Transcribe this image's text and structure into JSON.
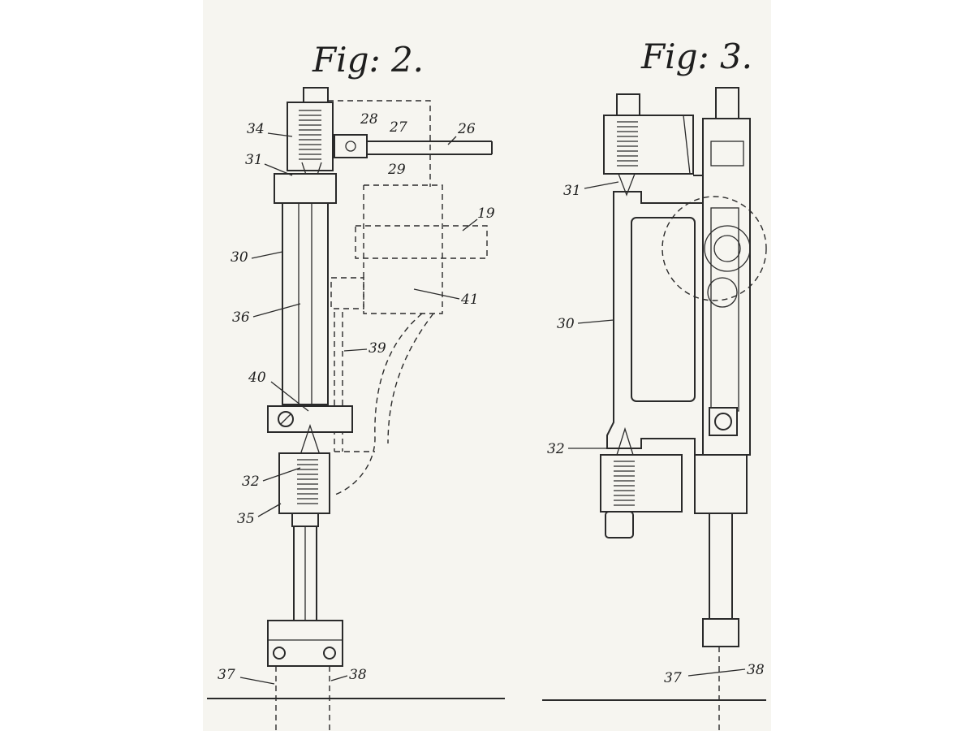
{
  "figures": {
    "fig2": {
      "title": "Fig: 2.",
      "refs": {
        "r34": "34",
        "r28": "28",
        "r27": "27",
        "r26": "26",
        "r31": "31",
        "r29": "29",
        "r19": "19",
        "r30": "30",
        "r41": "41",
        "r36": "36",
        "r39": "39",
        "r40": "40",
        "r32": "32",
        "r35": "35",
        "r37": "37",
        "r38": "38"
      }
    },
    "fig3": {
      "title": "Fig: 3.",
      "refs": {
        "r31": "31",
        "r30": "30",
        "r32": "32",
        "r37": "37",
        "r38": "38"
      }
    }
  },
  "colors": {
    "ink": "#2a2a2a",
    "paper": "#f6f5f0"
  }
}
